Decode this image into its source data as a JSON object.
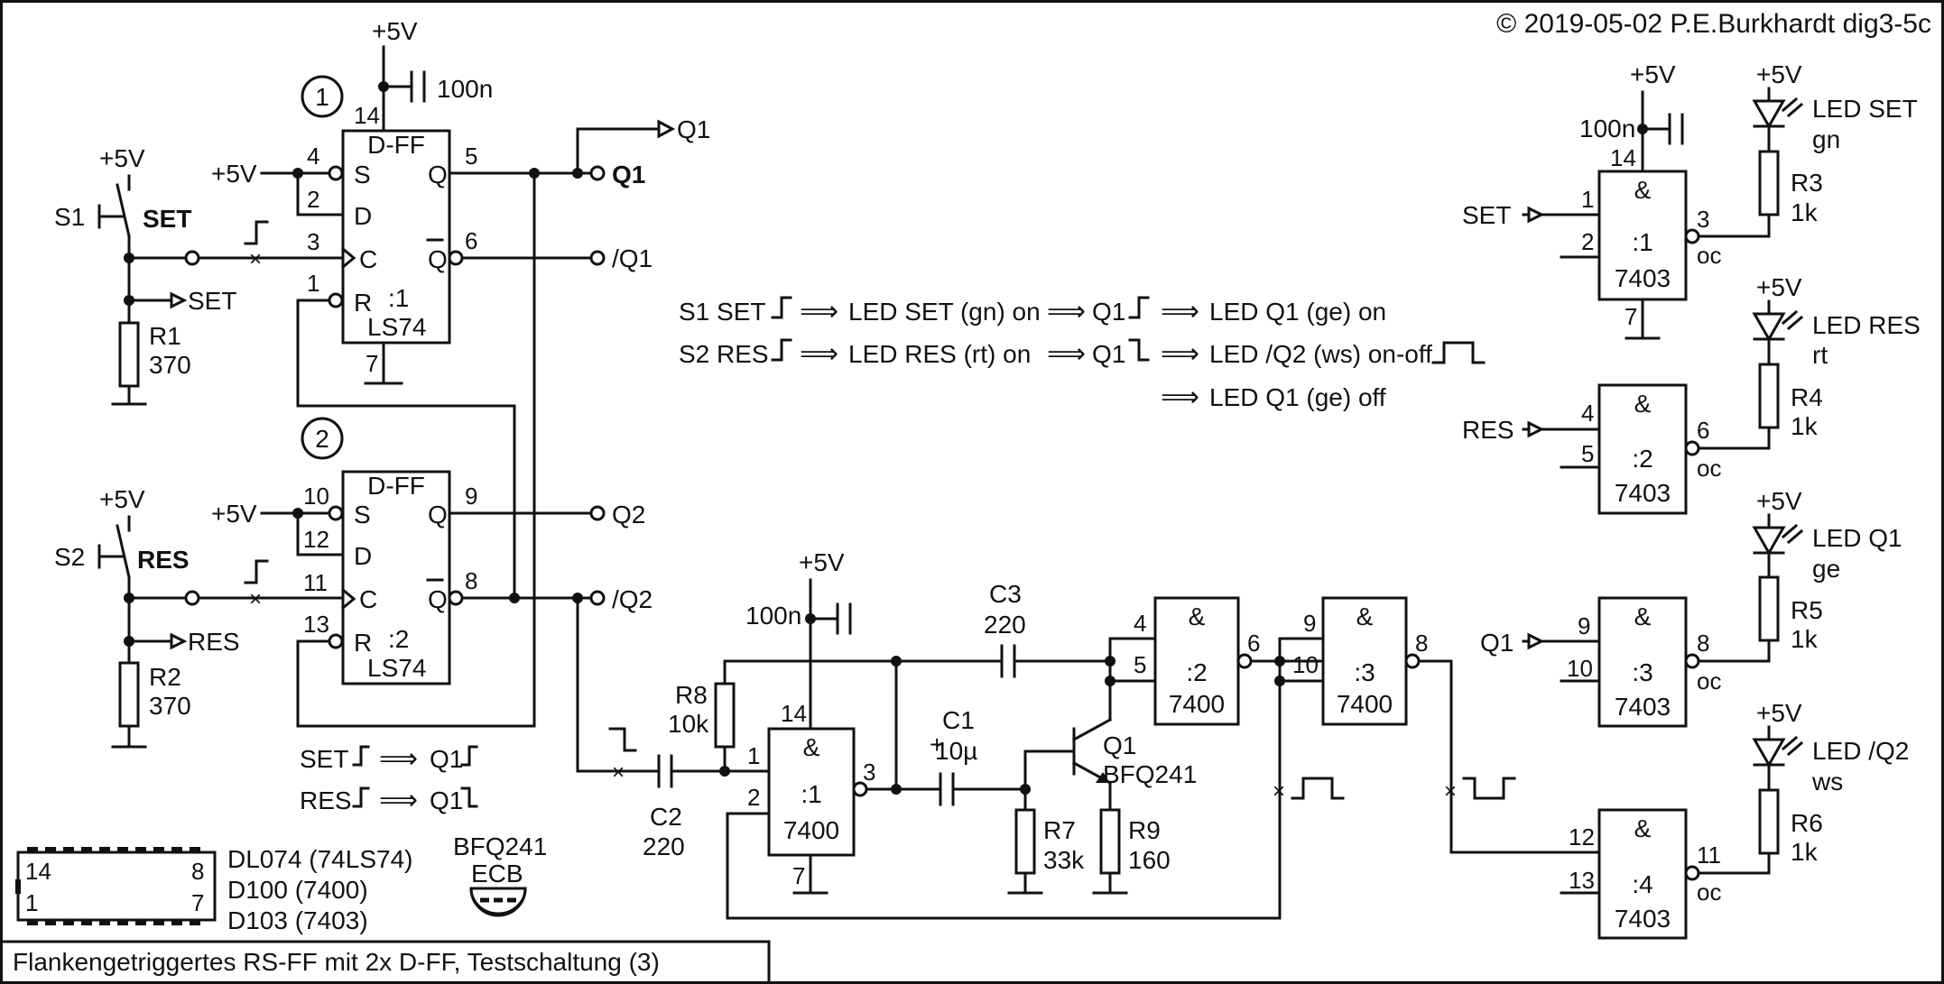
{
  "copyright": "© 2019-05-02 P.E.Burkhardt dig3-5c",
  "caption": "Flankengetriggertes RS-FF mit 2x D-FF, Testschaltung (3)",
  "supply": "+5V",
  "cap_100n": "100n",
  "circle1": "1",
  "circle2": "2",
  "dff_title": "D-FF",
  "dff1": {
    "part": "LS74",
    "unit": ":1",
    "pin_s": "4",
    "pin_d": "2",
    "pin_c": "3",
    "pin_r": "1",
    "pin_q": "5",
    "pin_qn": "6",
    "pin_vcc": "14",
    "pin_gnd": "7"
  },
  "dff2": {
    "part": "LS74",
    "unit": ":2",
    "pin_s": "10",
    "pin_d": "12",
    "pin_c": "11",
    "pin_r": "13",
    "pin_q": "9",
    "pin_qn": "8"
  },
  "labels": {
    "S": "S",
    "D": "D",
    "C": "C",
    "R": "R",
    "Q": "Q",
    "Qbar": "Q"
  },
  "s1": {
    "name": "S1",
    "sig": "SET",
    "r": "R1",
    "rv": "370",
    "out": "SET"
  },
  "s2": {
    "name": "S2",
    "sig": "RES",
    "r": "R2",
    "rv": "370",
    "out": "RES"
  },
  "outputs": {
    "q1_arrow": "Q1",
    "q1": "Q1",
    "q1n": "/Q1",
    "q2": "Q2",
    "q2n": "/Q2"
  },
  "truth": {
    "line1": {
      "a": "S1 SET",
      "b": "LED SET (gn) on",
      "c": "Q1",
      "d": "LED Q1 (ge) on"
    },
    "line2": {
      "a": "S2 RES",
      "b": "LED RES (rt) on",
      "c": "Q1",
      "d": "LED /Q2 (ws) on-off"
    },
    "line3": {
      "d": "LED Q1 (ge) off"
    },
    "small1": {
      "a": "SET",
      "b": "Q1"
    },
    "small2": {
      "a": "RES",
      "b": "Q1"
    }
  },
  "ics": {
    "dl074": "DL074 (74LS74)",
    "d100": "D100 (7400)",
    "d103": "D103 (7403)",
    "pin14": "14",
    "pin8": "8",
    "pin1": "1",
    "pin7": "7"
  },
  "bfq": {
    "name": "BFQ241",
    "pins": "ECB"
  },
  "gate_sym": "&",
  "nand7400": {
    "part": "7400",
    "g1": ":1",
    "g2": ":2",
    "g3": ":3",
    "g1_pins": [
      "1",
      "2",
      "3"
    ],
    "g2_pins": [
      "4",
      "5",
      "6"
    ],
    "g3_pins": [
      "9",
      "10",
      "8"
    ],
    "vcc": "14",
    "gnd": "7"
  },
  "osc": {
    "r8": "R8",
    "r8v": "10k",
    "c2": "C2",
    "c2v": "220",
    "c3": "C3",
    "c3v": "220",
    "c1": "C1",
    "c1v": "10µ",
    "q1": "Q1",
    "q1v": "BFQ241",
    "r7": "R7",
    "r7v": "33k",
    "r9": "R9",
    "r9v": "160",
    "plus": "+"
  },
  "nand7403": {
    "part": "7403",
    "oc": "oc",
    "g1": {
      "unit": ":1",
      "in1": "1",
      "in2": "2",
      "out": "3",
      "sig": "SET"
    },
    "g2": {
      "unit": ":2",
      "in1": "4",
      "in2": "5",
      "out": "6",
      "sig": "RES"
    },
    "g3": {
      "unit": ":3",
      "in1": "9",
      "in2": "10",
      "out": "8",
      "sig": "Q1"
    },
    "g4": {
      "unit": ":4",
      "in1": "12",
      "in2": "13",
      "out": "11"
    },
    "vcc": "14",
    "gnd": "7"
  },
  "leds": [
    {
      "name": "LED SET",
      "color": "gn",
      "r": "R3",
      "rv": "1k"
    },
    {
      "name": "LED RES",
      "color": "rt",
      "r": "R4",
      "rv": "1k"
    },
    {
      "name": "LED Q1",
      "color": "ge",
      "r": "R5",
      "rv": "1k"
    },
    {
      "name": "LED /Q2",
      "color": "ws",
      "r": "R6",
      "rv": "1k"
    }
  ]
}
